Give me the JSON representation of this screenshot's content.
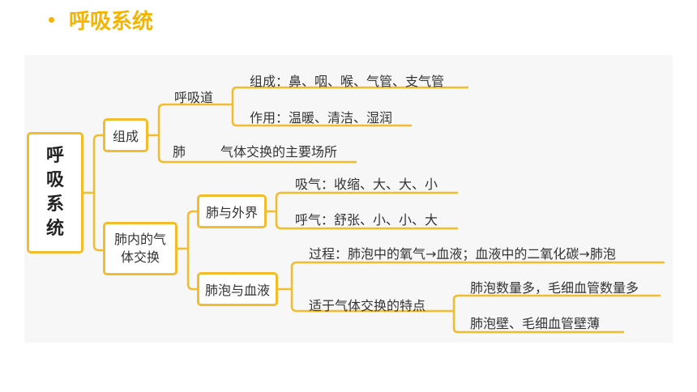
{
  "title": "呼吸系统",
  "colors": {
    "accent": "#f4b400",
    "line": "#f2bd2c",
    "panel": "#f7f7f7"
  },
  "diagram": {
    "root": "呼吸系统",
    "zucheng": {
      "label": "组成",
      "huxidao": {
        "label": "呼吸道",
        "zucheng": "组成：鼻、咽、喉、气管、支气管",
        "zuoyong": "作用：温暖、清洁、湿润"
      },
      "fei": {
        "label": "肺",
        "desc": "气体交换的主要场所"
      }
    },
    "feinei": {
      "label": "肺内的气体交换",
      "waijie": {
        "label": "肺与外界",
        "xiqi": "吸气：收缩、大、大、小",
        "huqi": "呼气：舒张、小、小、大"
      },
      "xueye": {
        "label": "肺泡与血液",
        "guocheng": "过程：肺泡中的氧气→血液；血液中的二氧化碳→肺泡",
        "tedian": {
          "label": "适于气体交换的特点",
          "item1": "肺泡数量多，毛细血管数量多",
          "item2": "肺泡壁、毛细血管壁薄"
        }
      }
    }
  }
}
